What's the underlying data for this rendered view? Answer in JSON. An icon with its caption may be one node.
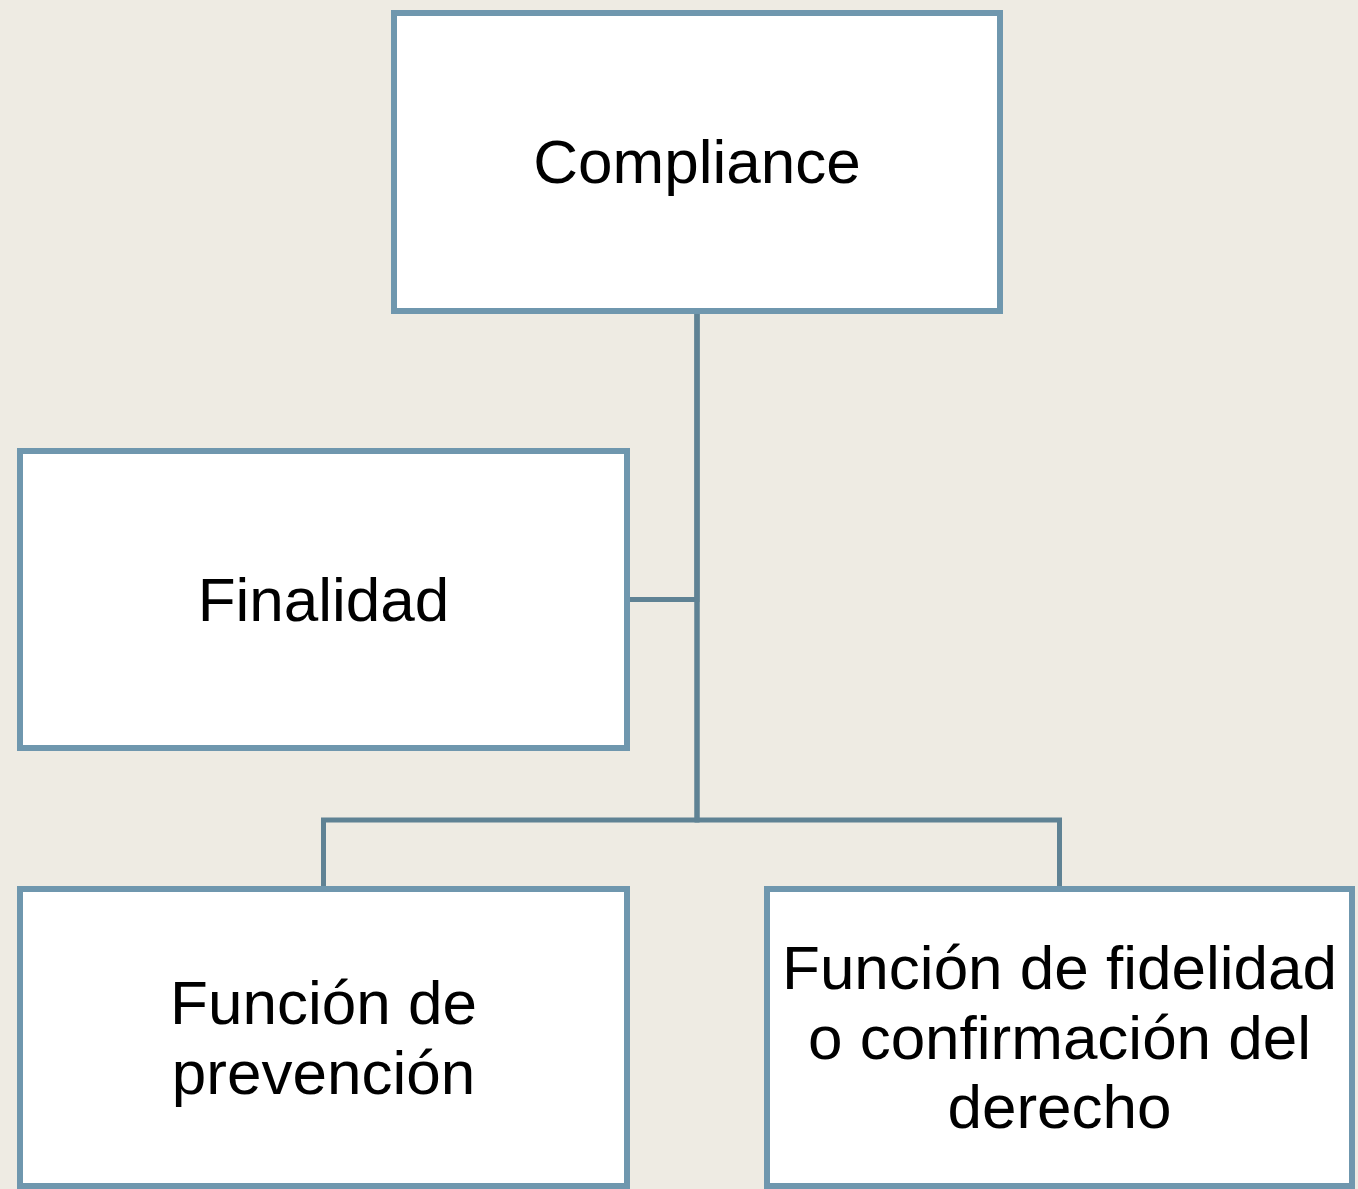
{
  "diagram": {
    "nodes": [
      {
        "text": [
          "Compliance"
        ]
      },
      {
        "text": [
          "Finalidad"
        ]
      },
      {
        "text": [
          "Función de prevención"
        ]
      },
      {
        "text": [
          "Función de fidelidad o confirmación del derecho"
        ]
      }
    ],
    "edges": [
      {
        "from": 0,
        "to": 1,
        "arrow": "none"
      },
      {
        "from": 0,
        "to": 2,
        "arrow": "none"
      },
      {
        "from": 0,
        "to": 3,
        "arrow": "none"
      }
    ]
  }
}
